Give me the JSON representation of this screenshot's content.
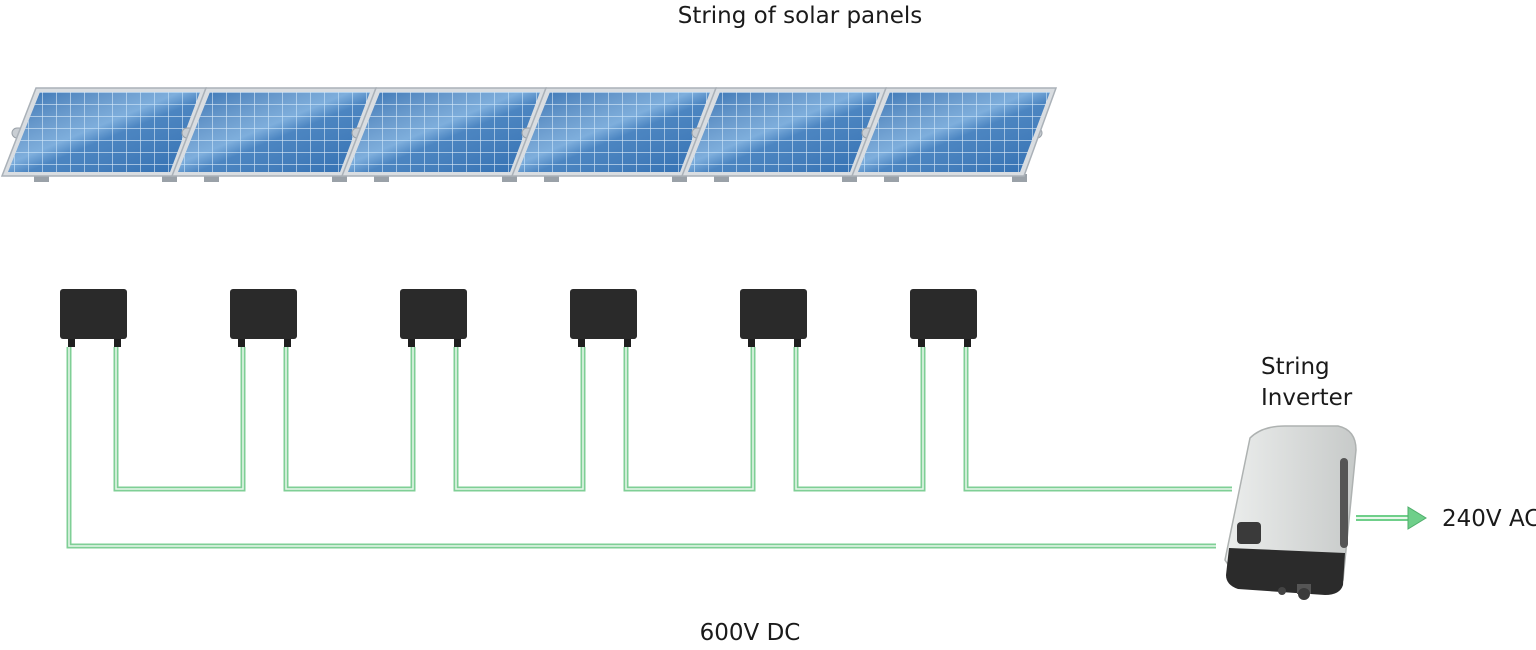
{
  "diagram": {
    "title": "String of solar panels",
    "inverter_label_line1": "String",
    "inverter_label_line2": "Inverter",
    "ac_label": "240V AC",
    "dc_label": "600V DC",
    "panel_count": 6,
    "colors": {
      "panel": "#2f6eb2",
      "panel_light": "#7fb7e6",
      "frame": "#c9ced3",
      "optimizer_box": "#2a2a2a",
      "wire": "#7fcf96",
      "wire_core": "#e9f7ec",
      "inverter_body": "#dcdedd",
      "inverter_base": "#2b2b2b",
      "arrow": "#6fcf8a"
    }
  }
}
